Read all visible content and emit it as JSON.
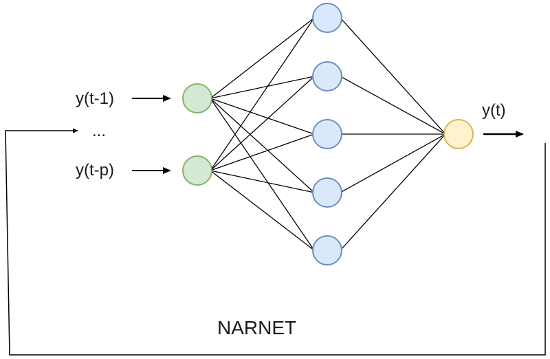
{
  "diagram": {
    "inputs": [
      {
        "label": "y(t-1)"
      },
      {
        "label": "..."
      },
      {
        "label": "y(t-p)"
      }
    ],
    "output_label": "y(t)",
    "title": "NARNET",
    "layers": {
      "input_count": 2,
      "hidden_count": 5,
      "output_count": 1
    },
    "colors": {
      "input_fill": "#d5e8d4",
      "input_stroke": "#82b366",
      "hidden_fill": "#dae8fc",
      "hidden_stroke": "#6c8ebf",
      "output_fill": "#fff2cc",
      "output_stroke": "#d6b656",
      "line": "#000000"
    }
  }
}
